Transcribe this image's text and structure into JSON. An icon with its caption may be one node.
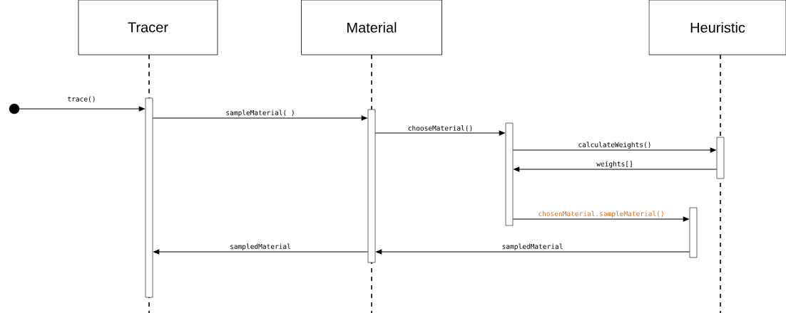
{
  "diagram": {
    "nodes": [
      {
        "text": [
          "Tracer"
        ]
      },
      {
        "text": [
          "Material"
        ]
      },
      {
        "text": [
          "Heuristic"
        ]
      },
      {
        "text": [],
        "shape": "circle"
      },
      {
        "text": [],
        "shape": "bar"
      },
      {
        "text": [],
        "shape": "bar"
      },
      {
        "text": [],
        "shape": "bar"
      },
      {
        "text": [],
        "shape": "bar"
      },
      {
        "text": [],
        "shape": "bar"
      }
    ],
    "edges": [
      {
        "from": 3,
        "to": 4,
        "arrow": "to",
        "label": "trace()"
      },
      {
        "from": 4,
        "to": 5,
        "arrow": "to",
        "label": "sampleMaterial( )"
      },
      {
        "from": 5,
        "to": 6,
        "arrow": "to",
        "label": "chooseMaterial()"
      },
      {
        "from": 6,
        "to": 7,
        "arrow": "to",
        "label": "calculateWeights()"
      },
      {
        "from": 7,
        "to": 6,
        "arrow": "to",
        "label": "weights[]"
      },
      {
        "from": 6,
        "to": 8,
        "arrow": "to",
        "label": "chosenMaterial.sampleMaterial()"
      },
      {
        "from": 8,
        "to": 5,
        "arrow": "to",
        "label": "sampledMaterial"
      },
      {
        "from": 5,
        "to": 4,
        "arrow": "to",
        "label": "sampledMaterial"
      }
    ]
  }
}
